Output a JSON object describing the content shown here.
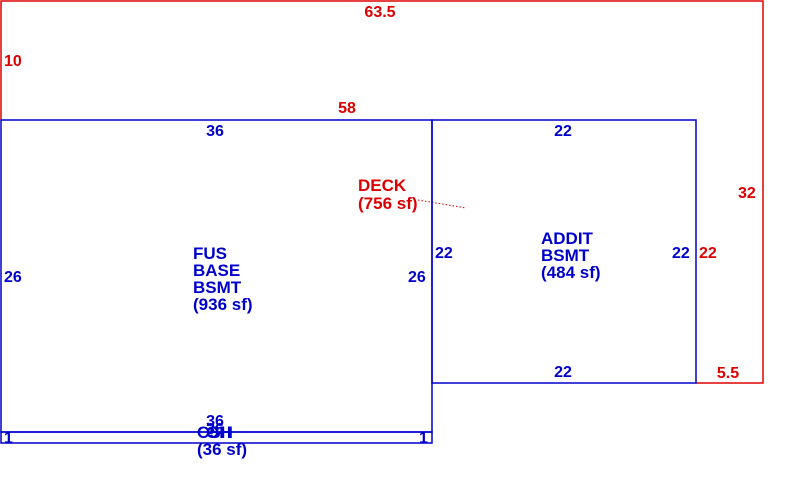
{
  "colors": {
    "deck": "#dd0000",
    "living": "#0000cc",
    "background": "#ffffff"
  },
  "deck": {
    "name": "DECK",
    "area": "(756 sf)",
    "dims": {
      "top": "63.5",
      "left": "10",
      "middle": "58",
      "right": "32",
      "inner_right": "22",
      "bottom_right": "5.5"
    }
  },
  "fus_base_bsmt": {
    "name_lines": [
      "FUS",
      "BASE",
      "BSMT"
    ],
    "area": "(936 sf)",
    "dims": {
      "top": "36",
      "left": "26",
      "right": "26",
      "bottom": "36"
    }
  },
  "addit_bsmt": {
    "name_lines": [
      "ADDIT",
      "BSMT"
    ],
    "area": "(484 sf)",
    "dims": {
      "top": "22",
      "left": "22",
      "right": "22",
      "bottom": "22"
    }
  },
  "strip": {
    "name_overlap_a": "CSH",
    "name_overlap_b": "OH",
    "area": "(36 sf)",
    "dims": {
      "top": "36",
      "top_overlap": "36",
      "left": "1",
      "right": "1"
    }
  }
}
